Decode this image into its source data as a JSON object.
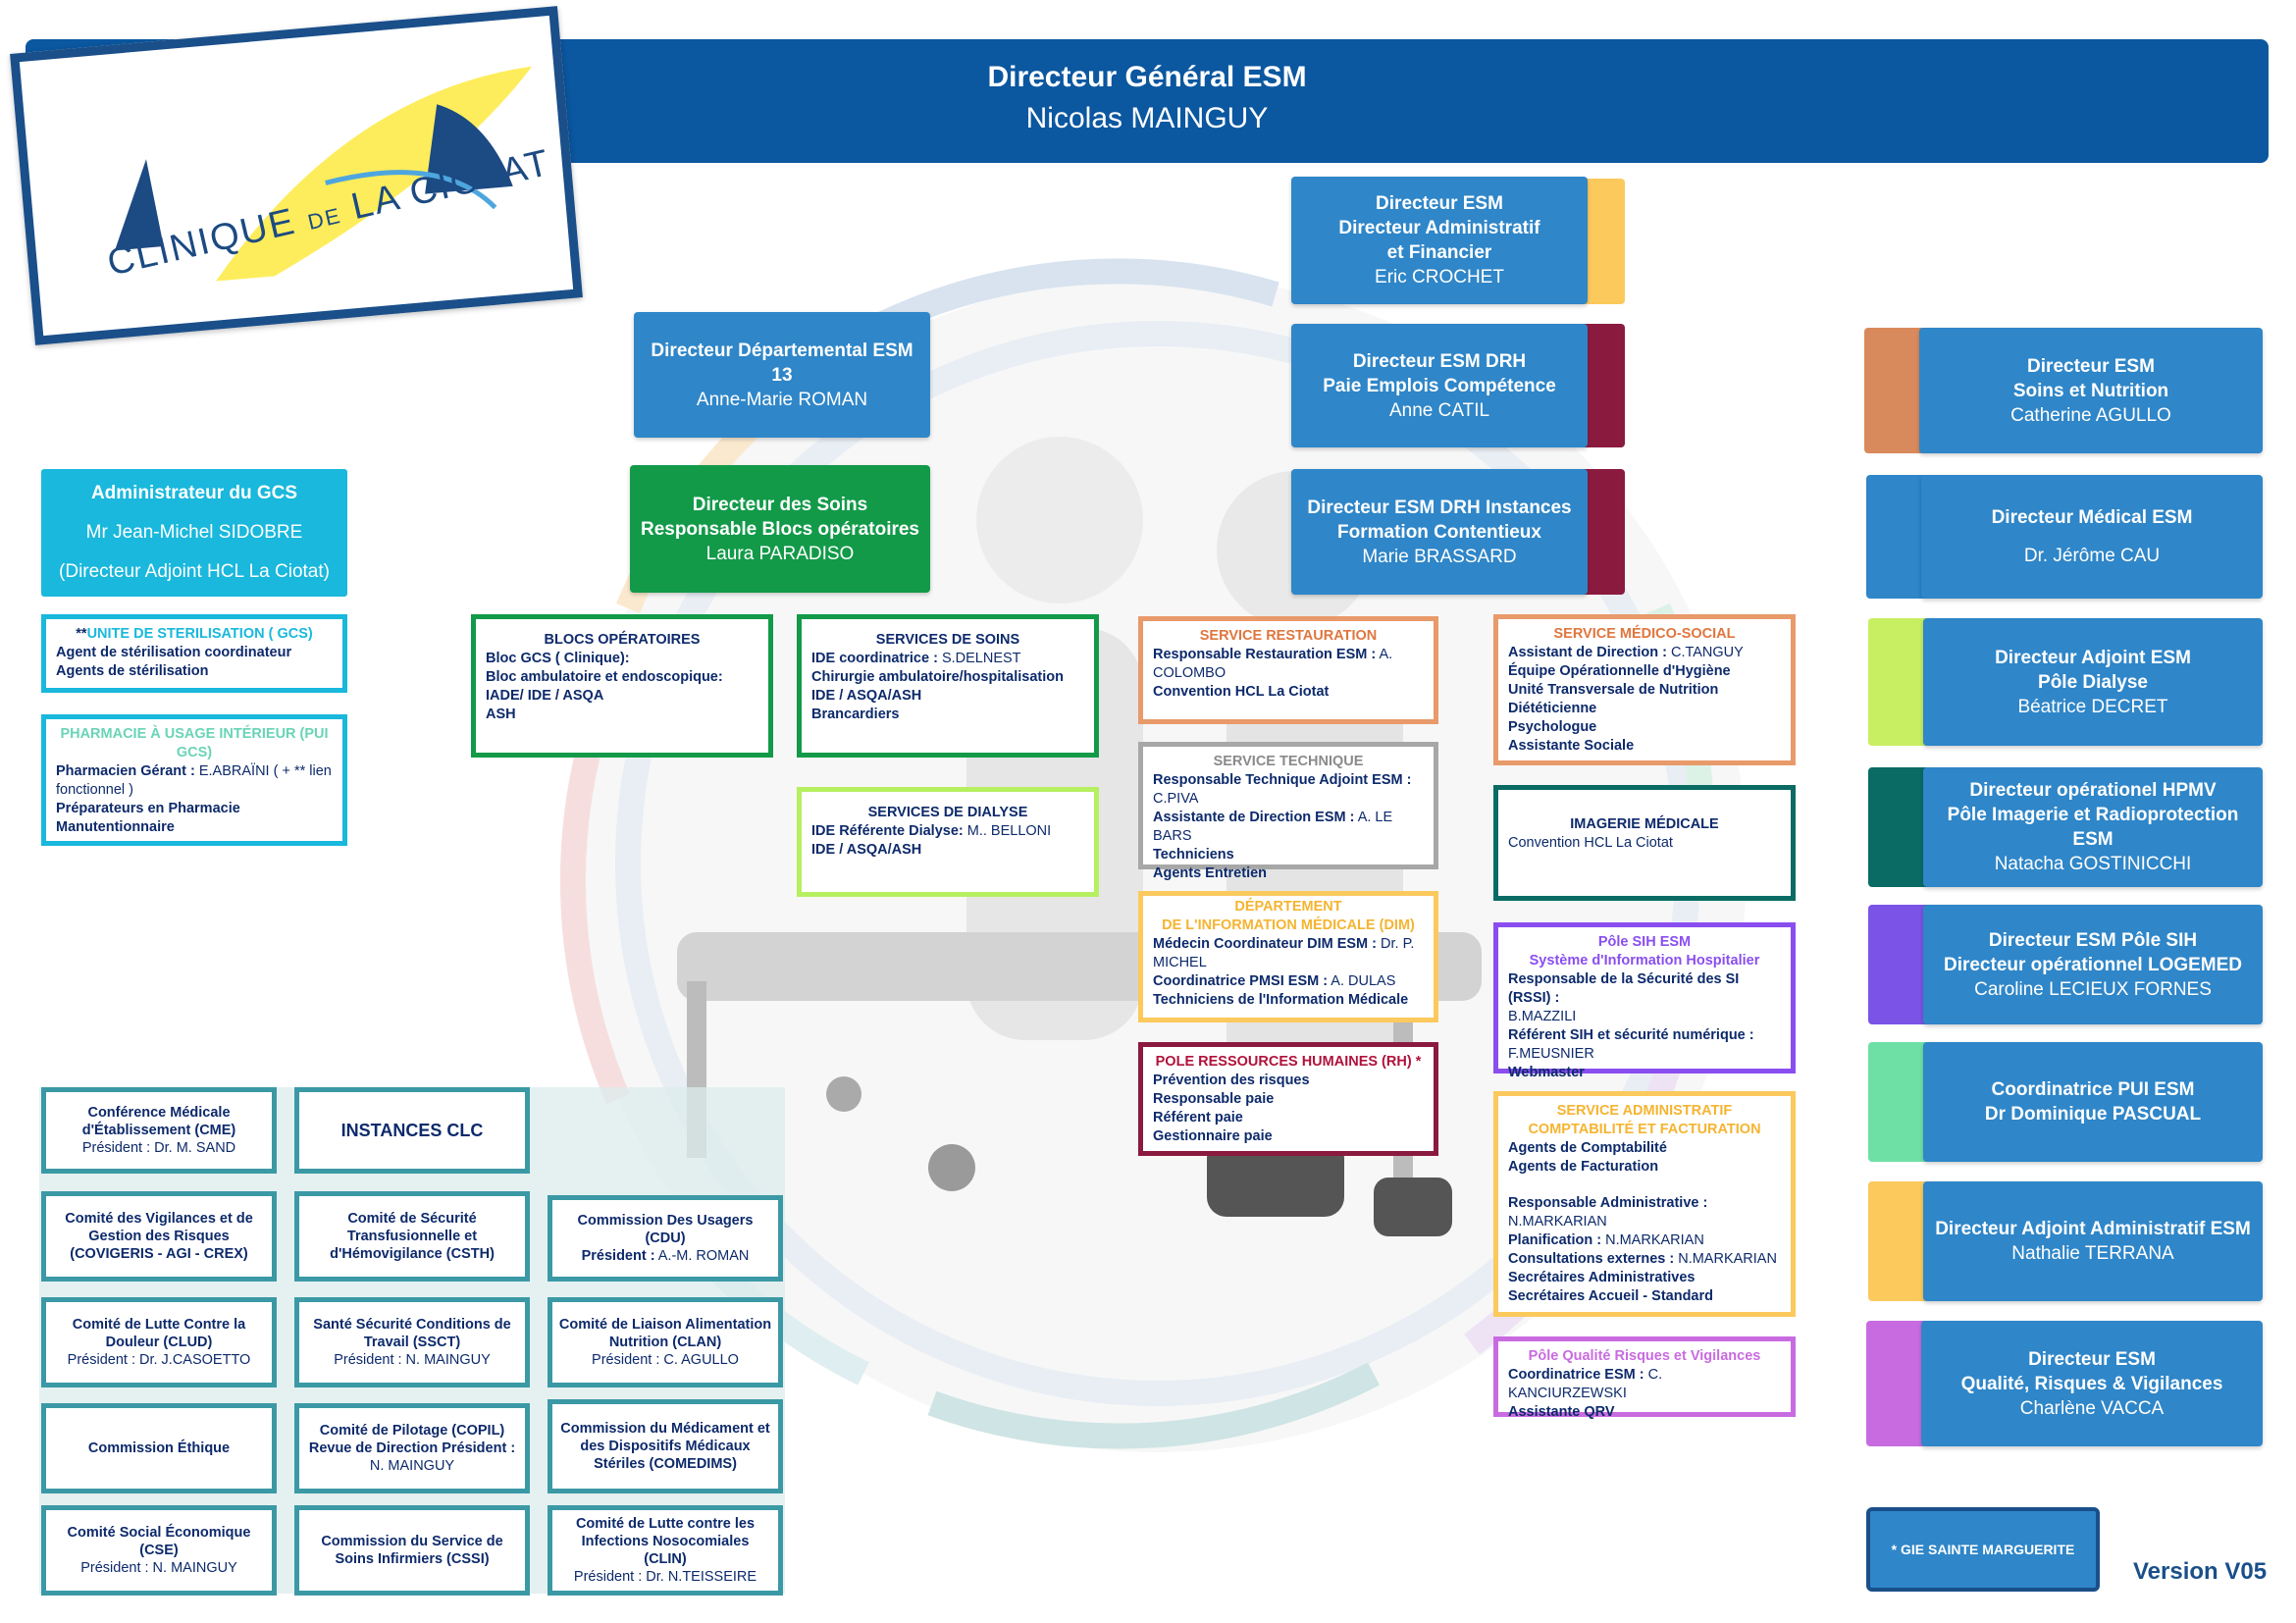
{
  "header": {
    "title": "Directeur Général ESM",
    "name": "Nicolas MAINGUY"
  },
  "logo": {
    "part1": "CLINIQUE",
    "part2": "DE",
    "part3": "LA CIOTAT"
  },
  "center_directors": [
    {
      "title": "Directeur ESM\nDirecteur Administratif\net Financier",
      "name": "Eric CROCHET"
    },
    {
      "title": "Directeur ESM DRH\nPaie Emplois Compétence",
      "name": "Anne CATIL"
    },
    {
      "title": "Directeur ESM DRH Instances\nFormation Contentieux",
      "name": "Marie BRASSARD"
    }
  ],
  "dep_director": {
    "title": "Directeur Départemental ESM\n13",
    "name": "Anne-Marie ROMAN"
  },
  "soins_director": {
    "title": "Directeur des Soins\nResponsable Blocs opératoires",
    "name": "Laura PARADISO"
  },
  "gcs": {
    "title": "Administrateur du GCS",
    "name": "Mr Jean-Michel SIDOBRE",
    "role": "(Directeur Adjoint HCL La Ciotat)"
  },
  "steril": {
    "title": "UNITE DE STERILISATION ( GCS)",
    "prefix": "**",
    "lines": [
      "Agent de stérilisation coordinateur",
      "Agents de stérilisation"
    ]
  },
  "pharma": {
    "title": "PHARMACIE À USAGE INTÉRIEUR (PUI GCS)",
    "l1b": "Pharmacien Gérant :",
    "l1n": " E.ABRAÏNI ( + ** lien fonctionnel )",
    "l2": "Préparateurs en Pharmacie",
    "l3": "Manutentionnaire"
  },
  "blocs": {
    "title": "BLOCS OPÉRATOIRES",
    "lines": [
      "Bloc GCS ( Clinique):",
      "Bloc ambulatoire et endoscopique:",
      "IADE/ IDE / ASQA",
      "ASH"
    ]
  },
  "services_soins": {
    "title": "SERVICES DE SOINS",
    "l1b": "IDE coordinatrice :",
    "l1n": " S.DELNEST",
    "lines": [
      "Chirurgie ambulatoire/hospitalisation",
      "IDE / ASQA/ASH",
      "Brancardiers"
    ]
  },
  "dialyse": {
    "title": "SERVICES DE DIALYSE",
    "l1b": "IDE Référente Dialyse:",
    "l1n": " M.. BELLONI",
    "l2": "IDE / ASQA/ASH"
  },
  "restauration": {
    "title": "SERVICE RESTAURATION",
    "l1b": "Responsable Restauration ESM :",
    "l1n": " A. COLOMBO",
    "l2": "Convention HCL La Ciotat"
  },
  "technique": {
    "title": "SERVICE TECHNIQUE",
    "l1b": "Responsable Technique Adjoint ESM :",
    "l1n": " C.PIVA",
    "l2b": "Assistante de Direction ESM :",
    "l2n": " A. LE BARS",
    "l3": "Techniciens",
    "l4": "Agents Entretien"
  },
  "dim": {
    "title1": "DÉPARTEMENT",
    "title2": "DE L'INFORMATION MÉDICALE (DIM)",
    "l1b": "Médecin Coordinateur DIM ESM :",
    "l1n": " Dr. P. MICHEL",
    "l2b": "Coordinatrice PMSI ESM :",
    "l2n": " A. DULAS",
    "l3": "Techniciens de l'Information Médicale"
  },
  "rh": {
    "title": "POLE RESSOURCES HUMAINES (RH) *",
    "lines": [
      "Prévention des risques",
      "Responsable paie",
      "Référent paie",
      "Gestionnaire paie"
    ]
  },
  "medico_social": {
    "title": "SERVICE MÉDICO-SOCIAL",
    "l1b": "Assistant de Direction :",
    "l1n": " C.TANGUY",
    "lines": [
      "Équipe Opérationnelle d'Hygiène",
      "Unité Transversale de Nutrition",
      "Diététicienne",
      "Psychologue",
      "Assistante Sociale"
    ]
  },
  "imagerie": {
    "title": "IMAGERIE MÉDICALE",
    "l1": "Convention HCL La Ciotat"
  },
  "sih": {
    "title1": "Pôle SIH ESM",
    "title2": "Système d'Information Hospitalier",
    "l1": "Responsable de la Sécurité des SI (RSSI) :",
    "l1n": "B.MAZZILI",
    "l2": "Référent SIH et sécurité numérique :",
    "l2n": "F.MEUSNIER",
    "l3": "Webmaster"
  },
  "admin": {
    "title1": "SERVICE ADMINISTRATIF",
    "title2": "COMPTABILITÉ ET FACTURATION",
    "l1": "Agents de Comptabilité",
    "l2": "Agents de Facturation",
    "l3": "Responsable Administrative :",
    "l3n": "N.MARKARIAN",
    "l4b": "Planification :",
    "l4n": " N.MARKARIAN",
    "l5b": "Consultations externes :",
    "l5n": " N.MARKARIAN",
    "l6": "Secrétaires Administratives",
    "l7": "Secrétaires Accueil - Standard"
  },
  "qualite": {
    "title": "Pôle Qualité Risques et Vigilances",
    "l1b": "Coordinatrice ESM :",
    "l1n": " C. KANCIURZEWSKI",
    "l2": "Assistante QRV"
  },
  "right_directors": [
    {
      "title": "Directeur ESM\nSoins et Nutrition",
      "name": "Catherine AGULLO",
      "tab": "#d98a5c"
    },
    {
      "title": "Directeur Médical ESM",
      "name": "Dr. Jérôme CAU",
      "tab": "#2f86c8"
    },
    {
      "title": "Directeur Adjoint ESM\nPôle Dialyse",
      "name": "Béatrice DECRET",
      "tab": "#c8ee62"
    },
    {
      "title": "Directeur opérationel HPMV\nPôle Imagerie et Radioprotection\nESM",
      "name": "Natacha GOSTINICCHI",
      "tab": "#0a6b64"
    },
    {
      "title": "Directeur ESM Pôle SIH\nDirecteur opérationnel LOGEMED",
      "name": "Caroline LECIEUX FORNES",
      "tab": "#7b53e6"
    },
    {
      "title": "Coordinatrice PUI ESM\nDr Dominique PASCUAL",
      "name": "",
      "tab": "#6ee0a6"
    },
    {
      "title": "Directeur Adjoint Administratif ESM",
      "name": "Nathalie TERRANA",
      "tab": "#fcc95d"
    },
    {
      "title": "Directeur ESM\nQualité, Risques & Vigilances",
      "name": "Charlène VACCA",
      "tab": "#c96be0"
    }
  ],
  "instances": {
    "cme": {
      "b": "Conférence Médicale d'Établissement (CME)",
      "n": "Président : Dr. M. SAND"
    },
    "clc": {
      "b": "INSTANCES CLC"
    },
    "covigeris": {
      "b": "Comité des Vigilances et de Gestion des Risques (COVIGERIS - AGI - CREX)"
    },
    "csth": {
      "b": "Comité de Sécurité Transfusionnelle et d'Hémovigilance (CSTH)"
    },
    "cdu": {
      "b": "Commission Des Usagers (CDU)",
      "pb": "Président :",
      "pn": " A.-M. ROMAN"
    },
    "clud": {
      "b": "Comité de Lutte Contre la Douleur (CLUD)",
      "n": "Président : Dr. J.CASOETTO"
    },
    "ssct": {
      "b": "Santé Sécurité Conditions de Travail (SSCT)",
      "n": "Président : N. MAINGUY"
    },
    "clan": {
      "b": "Comité de Liaison Alimentation Nutrition (CLAN)",
      "n": "Président : C. AGULLO"
    },
    "ethique": {
      "b": "Commission Éthique"
    },
    "copil": {
      "b": "Comité de Pilotage (COPIL) Revue de Direction Président :",
      "n": "N. MAINGUY"
    },
    "comedims": {
      "b": "Commission du Médicament et des Dispositifs Médicaux Stériles (COMEDIMS)"
    },
    "cse": {
      "b": "Comité Social Économique (CSE)",
      "n": "Président : N. MAINGUY"
    },
    "cssi": {
      "b": "Commission du Service de Soins Infirmiers (CSSI)"
    },
    "clin": {
      "b": "Comité de Lutte contre les Infections Nosocomiales (CLIN)",
      "n": "Président : Dr. N.TEISSEIRE"
    }
  },
  "gie": "* GIE SAINTE MARGUERITE",
  "version": "Version V05",
  "colors": {
    "header": "#0b57a0",
    "director": "#2f86c8",
    "soins": "#129a49",
    "gcs": "#19b8dc",
    "green_border": "#129a49",
    "lime_border": "#b6ef5f",
    "orange_border": "#e89a6a",
    "grey_border": "#a7a7a7",
    "yellow_border": "#fcc95d",
    "maroon_border": "#8b1a3f",
    "teal_border": "#0a6b64",
    "purple_border": "#8a4ef0",
    "violet_border": "#c96be0",
    "cyan_border": "#19b8dc",
    "instance_border": "#3b99a5"
  }
}
